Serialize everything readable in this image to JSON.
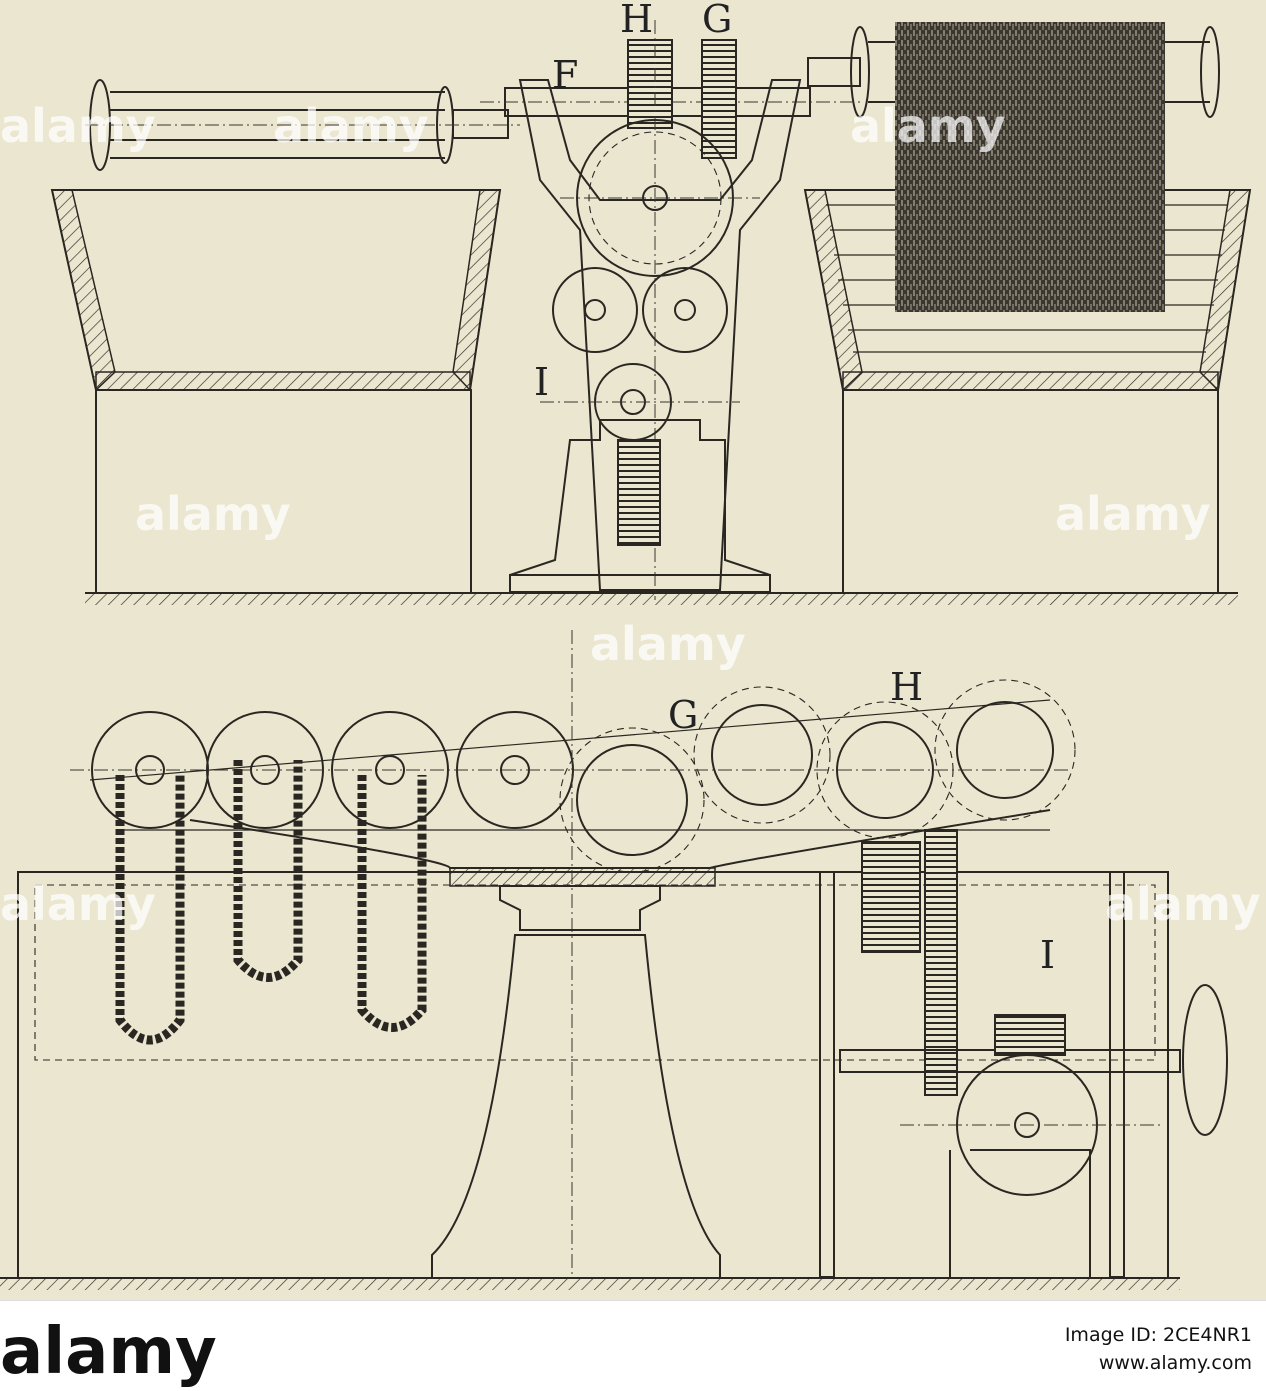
{
  "labels": {
    "top": {
      "H": "H",
      "G": "G",
      "F": "F",
      "I": "I"
    },
    "bottom": {
      "G": "G",
      "H": "H",
      "I": "I"
    }
  },
  "watermark": "alamy",
  "footer": {
    "logo": "alamy",
    "image_id_label": "Image ID: 2CE4NR1",
    "site": "www.alamy.com"
  },
  "colors": {
    "paper": "#ebe6cf",
    "ink": "#2a2722"
  }
}
